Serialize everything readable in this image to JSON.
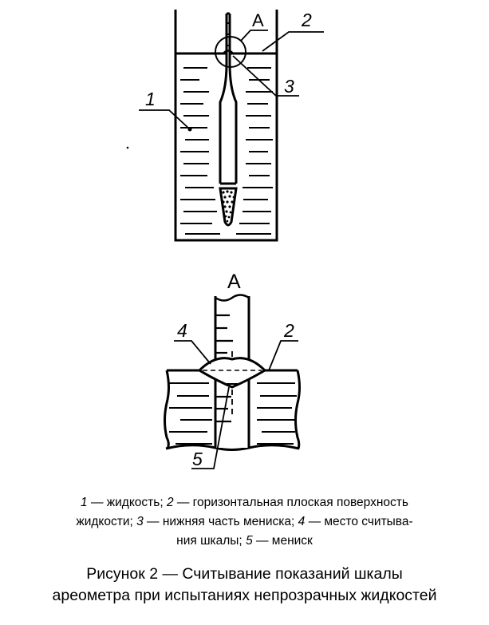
{
  "figure": {
    "labels": {
      "liquid": "1",
      "surface": "2",
      "meniscus_lower": "3",
      "detail": "A",
      "detail_title": "A",
      "detail_surface": "2",
      "reading_place": "4",
      "meniscus": "5"
    }
  },
  "legend": {
    "items": [
      {
        "num": "1",
        "text": " — жидкость;  "
      },
      {
        "num": "2",
        "text": " — горизонтальная плоская поверхность"
      },
      {
        "text": "жидкости; "
      },
      {
        "num": "3",
        "text": " — нижняя часть мениска; "
      },
      {
        "num": "4",
        "text": " — место считыва-"
      },
      {
        "text": "ния шкалы; "
      },
      {
        "num": "5",
        "text": " — мениск"
      }
    ]
  },
  "caption": {
    "line1": "Рисунок 2 — Считывание показаний шкалы",
    "line2": "ареометра при испытаниях непрозрачных жидкостей"
  }
}
